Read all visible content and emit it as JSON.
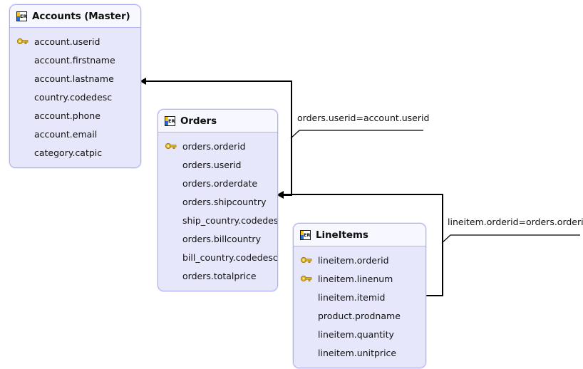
{
  "diagram": {
    "type": "entity-relationship-diagram",
    "colors": {
      "entity_border": "#aeaef0",
      "entity_header_bg": "#f7f7ff",
      "entity_body_bg": "#e7e7fb",
      "connector": "#000000",
      "key_icon": "#e8b923",
      "canvas_bg": "#ffffff"
    },
    "entities": [
      {
        "id": "accounts",
        "title": "Accounts (Master)",
        "icon": "er-table-icon",
        "icon_text": "ER",
        "fields": [
          {
            "label": "account.userid",
            "key": true
          },
          {
            "label": "account.firstname",
            "key": false
          },
          {
            "label": "account.lastname",
            "key": false
          },
          {
            "label": "country.codedesc",
            "key": false
          },
          {
            "label": "account.phone",
            "key": false
          },
          {
            "label": "account.email",
            "key": false
          },
          {
            "label": "category.catpic",
            "key": false
          }
        ]
      },
      {
        "id": "orders",
        "title": "Orders",
        "icon": "er-table-icon",
        "icon_text": "ER",
        "fields": [
          {
            "label": "orders.orderid",
            "key": true
          },
          {
            "label": "orders.userid",
            "key": false
          },
          {
            "label": "orders.orderdate",
            "key": false
          },
          {
            "label": "orders.shipcountry",
            "key": false
          },
          {
            "label": "ship_country.codedesc",
            "key": false
          },
          {
            "label": "orders.billcountry",
            "key": false
          },
          {
            "label": "bill_country.codedesc",
            "key": false
          },
          {
            "label": "orders.totalprice",
            "key": false
          }
        ]
      },
      {
        "id": "lineitems",
        "title": "LineItems",
        "icon": "er-table-icon",
        "icon_text": "ER",
        "fields": [
          {
            "label": "lineitem.orderid",
            "key": true
          },
          {
            "label": "lineitem.linenum",
            "key": true
          },
          {
            "label": "lineitem.itemid",
            "key": false
          },
          {
            "label": "product.prodname",
            "key": false
          },
          {
            "label": "lineitem.quantity",
            "key": false
          },
          {
            "label": "lineitem.unitprice",
            "key": false
          }
        ]
      }
    ],
    "relationships": [
      {
        "id": "orders-accounts",
        "label": "orders.userid=account.userid",
        "from": "orders",
        "to": "accounts"
      },
      {
        "id": "lineitems-orders",
        "label": "lineitem.orderid=orders.orderid",
        "from": "lineitems",
        "to": "orders"
      }
    ]
  }
}
